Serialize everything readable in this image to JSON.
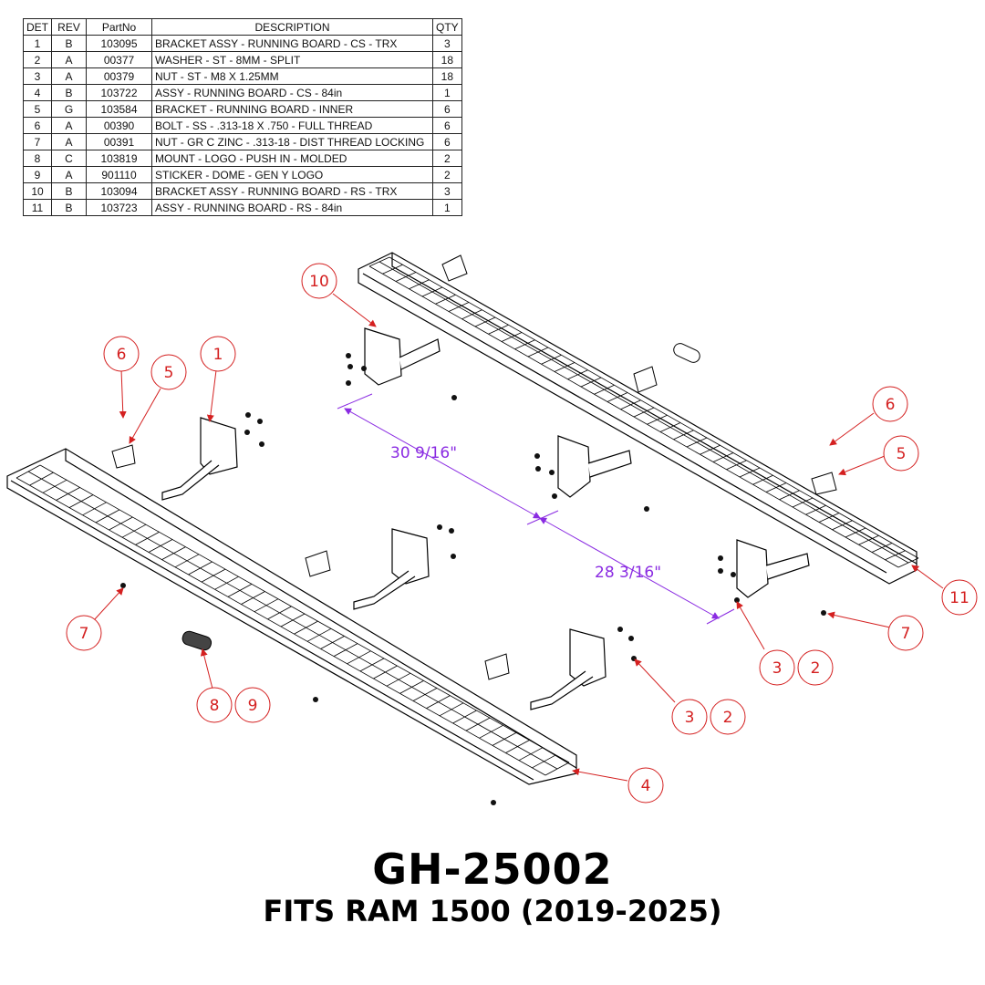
{
  "bom": {
    "headers": [
      "DET",
      "REV",
      "PartNo",
      "DESCRIPTION",
      "QTY"
    ],
    "rows": [
      [
        "1",
        "B",
        "103095",
        "BRACKET ASSY - RUNNING BOARD - CS - TRX",
        "3"
      ],
      [
        "2",
        "A",
        "00377",
        "WASHER - ST - 8MM - SPLIT",
        "18"
      ],
      [
        "3",
        "A",
        "00379",
        "NUT - ST - M8 X 1.25MM",
        "18"
      ],
      [
        "4",
        "B",
        "103722",
        "ASSY - RUNNING BOARD - CS - 84in",
        "1"
      ],
      [
        "5",
        "G",
        "103584",
        "BRACKET - RUNNING BOARD - INNER",
        "6"
      ],
      [
        "6",
        "A",
        "00390",
        "BOLT - SS - .313-18 X .750 - FULL THREAD",
        "6"
      ],
      [
        "7",
        "A",
        "00391",
        "NUT - GR C ZINC - .313-18 - DIST THREAD LOCKING",
        "6"
      ],
      [
        "8",
        "C",
        "103819",
        "MOUNT  - LOGO - PUSH IN - MOLDED",
        "2"
      ],
      [
        "9",
        "A",
        "901110",
        "STICKER - DOME - GEN Y LOGO",
        "2"
      ],
      [
        "10",
        "B",
        "103094",
        "BRACKET ASSY - RUNNING BOARD - RS - TRX",
        "3"
      ],
      [
        "11",
        "B",
        "103723",
        "ASSY - RUNNING BOARD - RS - 84in",
        "1"
      ]
    ]
  },
  "balloons": [
    "10",
    "6",
    "5",
    "1",
    "6",
    "5",
    "11",
    "7",
    "3",
    "2",
    "7",
    "3",
    "2",
    "8",
    "9",
    "4"
  ],
  "dimensions": [
    "30 9/16\"",
    "28 3/16\""
  ],
  "title": "GH-25002",
  "subtitle": "FITS RAM 1500 (2019-2025)",
  "colors": {
    "balloon": "#d42020",
    "dimension": "#8a2be2",
    "line": "#000000"
  }
}
